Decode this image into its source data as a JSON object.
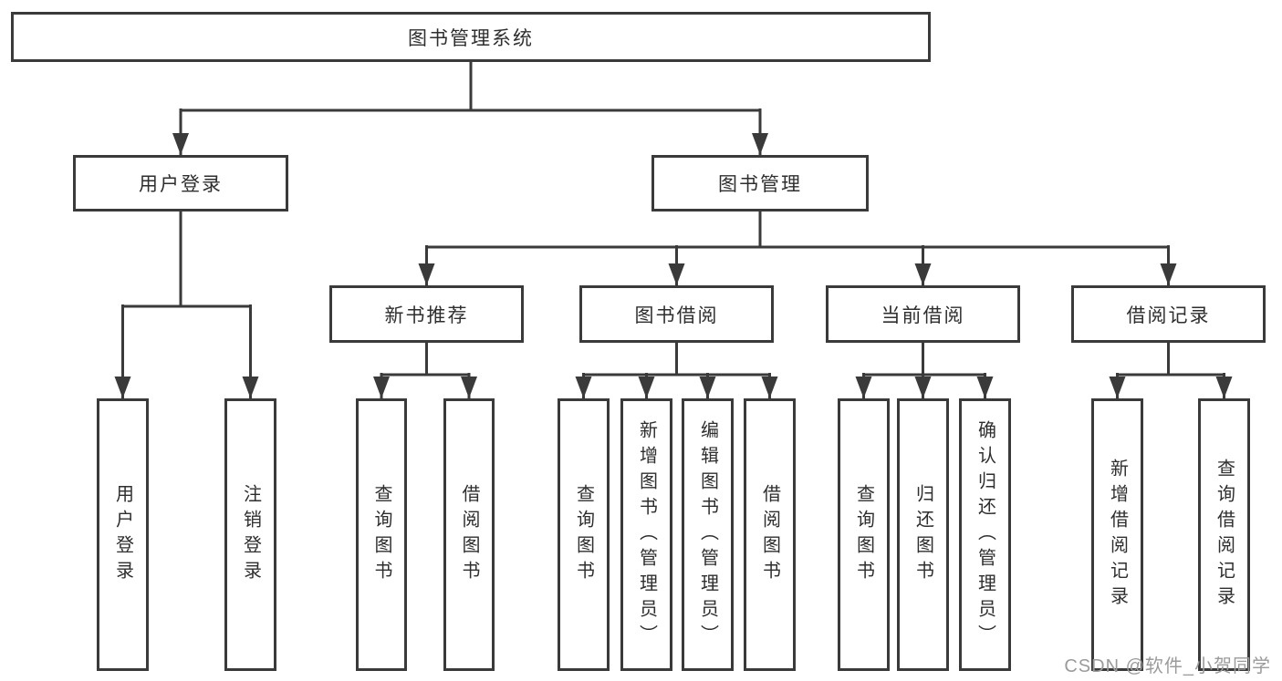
{
  "nodes": {
    "root": {
      "label": "图书管理系统"
    },
    "level2": [
      {
        "label": "用户登录"
      },
      {
        "label": "图书管理"
      }
    ],
    "level3": [
      {
        "label": "新书推荐"
      },
      {
        "label": "图书借阅"
      },
      {
        "label": "当前借阅"
      },
      {
        "label": "借阅记录"
      }
    ],
    "leaves": {
      "user_login": [
        {
          "label": "用户登录"
        },
        {
          "label": "注销登录"
        }
      ],
      "new_book_recommend": [
        {
          "label": "查询图书"
        },
        {
          "label": "借阅图书"
        }
      ],
      "book_borrow": [
        {
          "label": "查询图书"
        },
        {
          "label": "新增图书（管理员）"
        },
        {
          "label": "编辑图书（管理员）"
        },
        {
          "label": "借阅图书"
        }
      ],
      "current_borrow": [
        {
          "label": "查询图书"
        },
        {
          "label": "归还图书"
        },
        {
          "label": "确认归还（管理员）"
        }
      ],
      "borrow_records": [
        {
          "label": "新增借阅记录"
        },
        {
          "label": "查询借阅记录"
        }
      ]
    }
  },
  "watermark": {
    "text": "CSDN @软件_小贺同学"
  },
  "colors": {
    "line": "#3a3a3a",
    "text": "#2e2e2e",
    "background": "#ffffff",
    "watermark": "#9b9b9b"
  }
}
